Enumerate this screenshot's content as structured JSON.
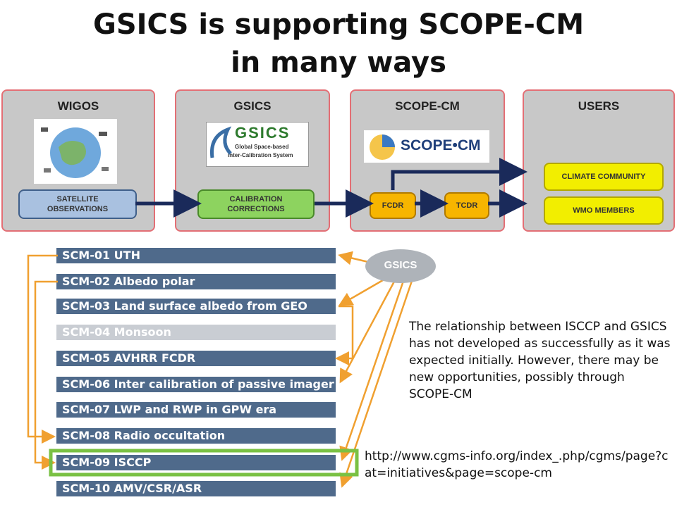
{
  "title": {
    "line1": "GSICS is supporting SCOPE-CM",
    "line2": "in many ways"
  },
  "panels": {
    "wigos": {
      "title": "WIGOS",
      "box": "SATELLITE\nOBSERVATIONS"
    },
    "gsics": {
      "title": "GSICS",
      "logo_name": "GSICS",
      "logo_sub1": "Global Space-based",
      "logo_sub2": "Inter-Calibration System",
      "box": "CALIBRATION\nCORRECTIONS"
    },
    "scopecm": {
      "title": "SCOPE-CM",
      "logo_text": "SCOPE•CM",
      "fcdr": "FCDR",
      "tcdr": "TCDR"
    },
    "users": {
      "title": "USERS",
      "box1": "CLIMATE COMMUNITY",
      "box2": "WMO MEMBERS"
    }
  },
  "gsics_node": "GSICS",
  "scm_items": [
    "SCM-01 UTH",
    "SCM-02 Albedo polar",
    "SCM-03 Land surface albedo from GEO",
    "SCM-04 Monsoon",
    "SCM-05 AVHRR FCDR",
    "SCM-06 Inter calibration of passive imager",
    "SCM-07 LWP and RWP in GPW era",
    "SCM-08 Radio occultation",
    "SCM-09 ISCCP",
    "SCM-10 AMV/CSR/ASR"
  ],
  "note": "The relationship between ISCCP and GSICS has not developed as successfully as it was expected initially.  However, there may be new opportunities, possibly through SCOPE-CM",
  "link": "http://www.cgms-info.org/index_.php/cgms/page?cat=initiatives&page=scope-cm",
  "colors": {
    "panel_bg": "#c8c8c8",
    "panel_border": "#e36f75",
    "scm_bar": "#4f6a8b",
    "arrow": "#f0a030",
    "flow_arrow": "#1a2a5a",
    "highlight": "#7ac143",
    "fcdr": "#f7b500",
    "users_box": "#f2ee00",
    "calib_box": "#8dd35f",
    "sat_box": "#a9c1e0"
  }
}
